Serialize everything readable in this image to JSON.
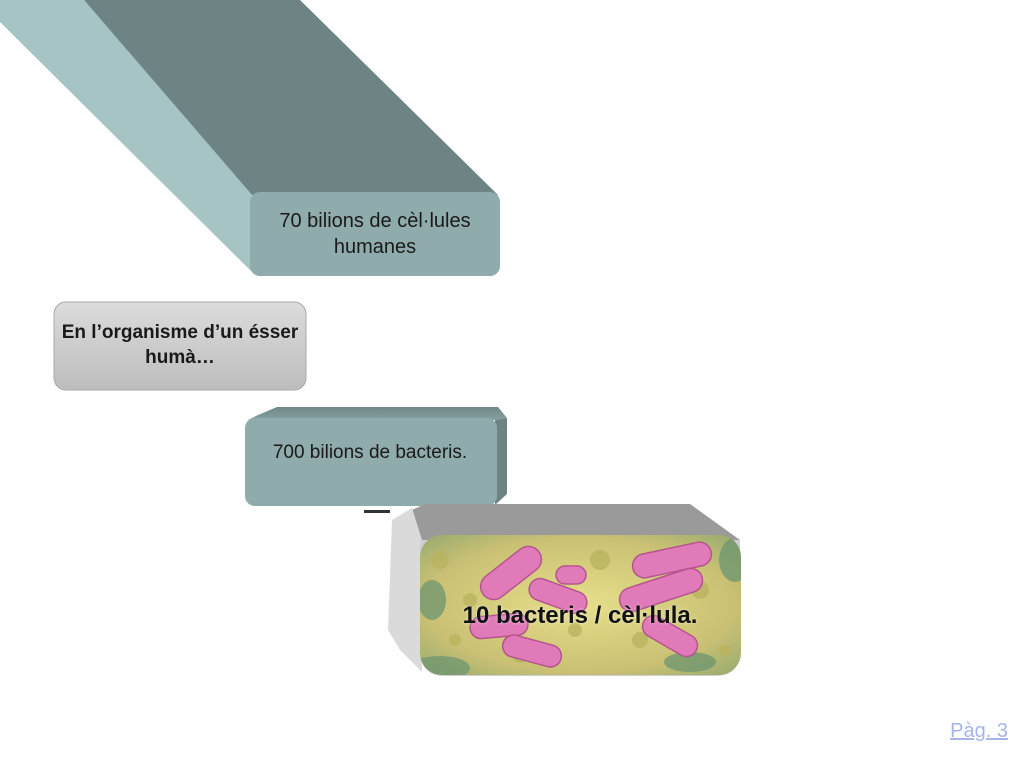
{
  "diagram": {
    "top_box": {
      "text": "70 bilions de cèl·lules humanes"
    },
    "left_box": {
      "text": "En l’organisme d’un ésser humà…"
    },
    "middle_box": {
      "text": "700 bilions de bacteris."
    },
    "bottom_box": {
      "text": "10 bacteris / cèl·lula."
    }
  },
  "footer": {
    "page_label": "Pàg. 3"
  },
  "colors": {
    "slab_light": "#a6c4c4",
    "slab_dark": "#6d8384",
    "slab_face": "#8fabab",
    "grey_box": "#cfcfcf",
    "grey_box_dark": "#9a9a9a",
    "link": "#a6b4e8"
  },
  "icons": {
    "bacteria_image": "bacteria-micrograph-icon"
  }
}
